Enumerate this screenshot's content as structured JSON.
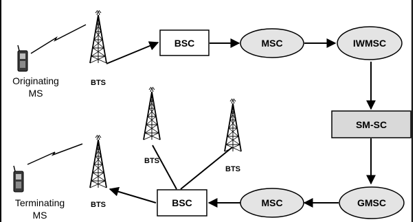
{
  "nodes": {
    "bsc_top": "BSC",
    "msc_top": "MSC",
    "iwmsc": "IWMSC",
    "smsc": "SM-SC",
    "gmsc": "GMSC",
    "msc_bottom": "MSC",
    "bsc_bottom": "BSC"
  },
  "bts": {
    "originating": "BTS",
    "middle_left": "BTS",
    "middle_right": "BTS",
    "terminating": "BTS"
  },
  "originating_ms": {
    "line1": "Originating",
    "line2": "MS"
  },
  "terminating_ms": {
    "line1": "Terminating",
    "line2": "MS"
  },
  "colors": {
    "smsc_fill": "#d9d9d9",
    "node_fill": "#ffffff",
    "ellipse_fill": "#e4e4e4",
    "ink": "#000000"
  }
}
